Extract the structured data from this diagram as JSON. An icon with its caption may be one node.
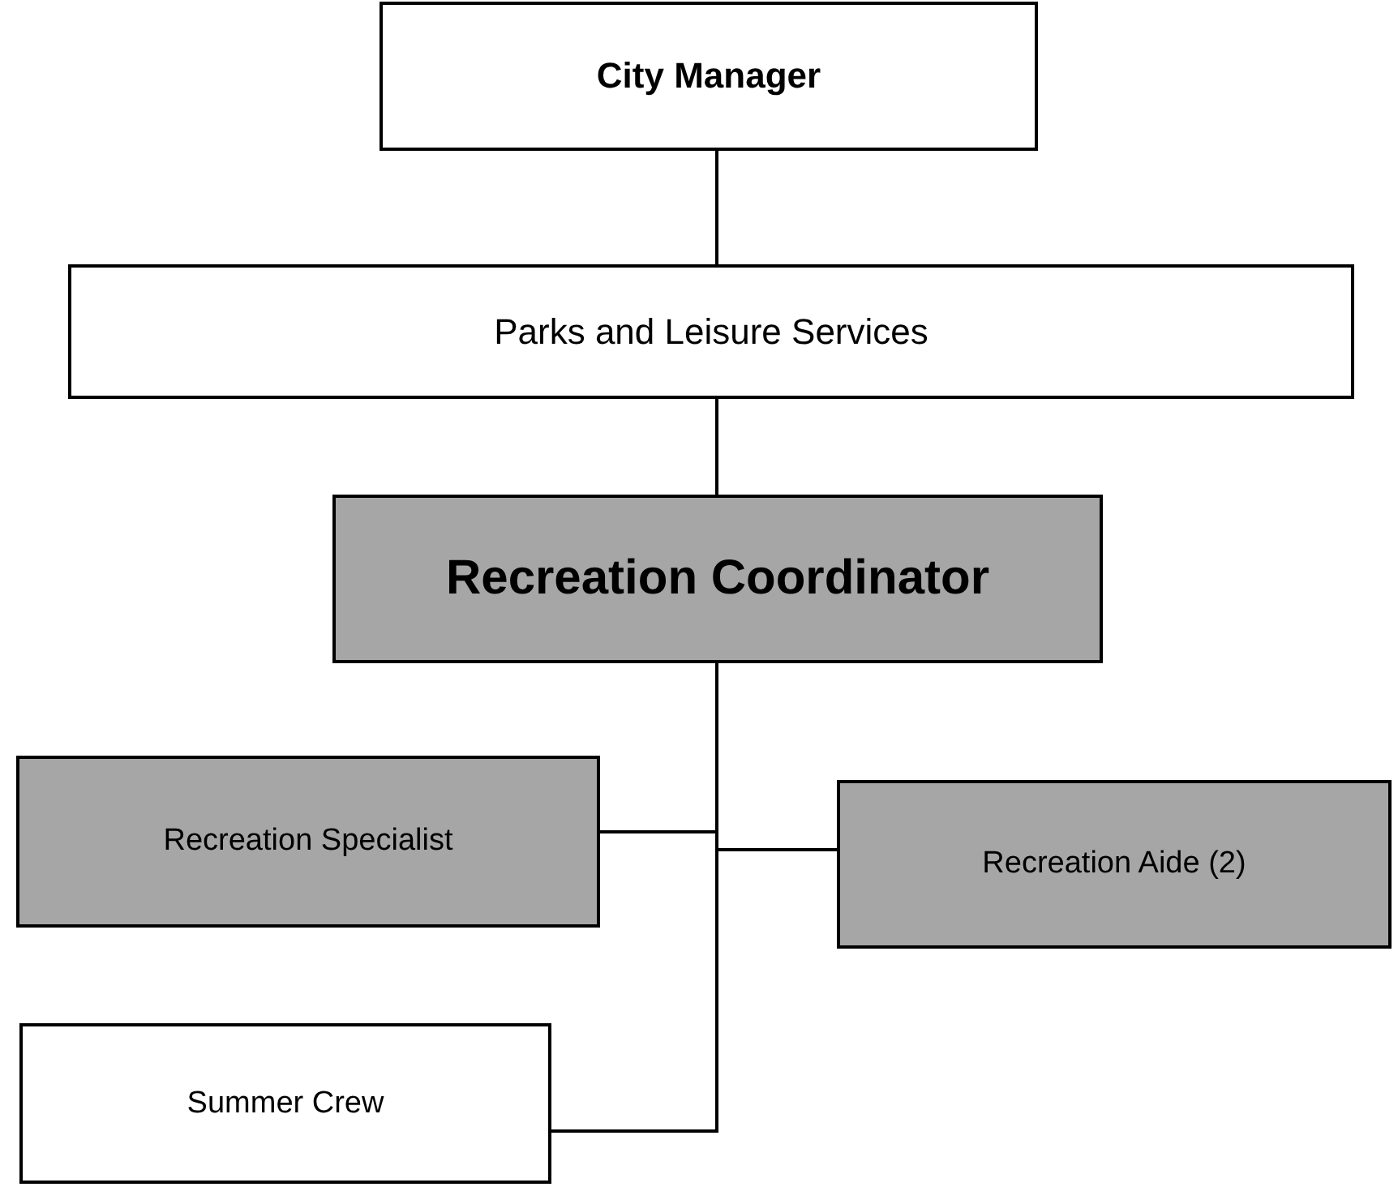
{
  "diagram": {
    "nodes": [
      {
        "text": [
          "City Manager"
        ]
      },
      {
        "text": [
          "Parks and Leisure Services"
        ]
      },
      {
        "text": [
          "Recreation Coordinator"
        ]
      },
      {
        "text": [
          "Recreation Specialist"
        ]
      },
      {
        "text": [
          "Recreation Aide (2)"
        ]
      },
      {
        "text": [
          "Summer Crew"
        ]
      }
    ],
    "edges": [
      {
        "from": 0,
        "to": 1,
        "arrow": "none"
      },
      {
        "from": 1,
        "to": 2,
        "arrow": "none"
      },
      {
        "from": 2,
        "to": 3,
        "arrow": "none"
      },
      {
        "from": 2,
        "to": 4,
        "arrow": "none"
      },
      {
        "from": 2,
        "to": 5,
        "arrow": "none"
      }
    ]
  }
}
